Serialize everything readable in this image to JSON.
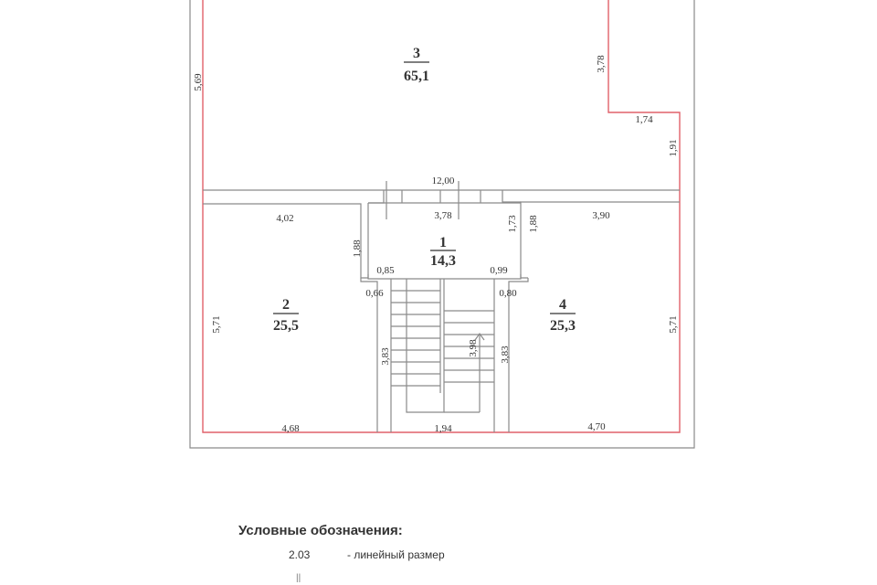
{
  "rooms": [
    {
      "number": "1",
      "area": "14,3"
    },
    {
      "number": "2",
      "area": "25,5"
    },
    {
      "number": "3",
      "area": "65,1"
    },
    {
      "number": "4",
      "area": "25,3"
    }
  ],
  "dimensions": {
    "d569": "5,69",
    "d378top": "3,78",
    "d174": "1,74",
    "d191": "1,91",
    "d1200": "12,00",
    "d402": "4,02",
    "d378": "3,78",
    "d173": "1,73",
    "d188r": "1,88",
    "d390": "3,90",
    "d188l": "1,88",
    "d085": "0,85",
    "d099": "0,99",
    "d066": "0,66",
    "d080": "0,80",
    "d571l": "5,71",
    "d571r": "5,71",
    "d383l": "3,83",
    "d398": "3,98",
    "d383r": "3,83",
    "d468": "4,68",
    "d194": "1,94",
    "d470": "4,70"
  },
  "legend": {
    "title": "Условные обозначения:",
    "sample": "2.03",
    "sample_desc": "- линейный размер",
    "symbol2": "||"
  },
  "colors": {
    "outline": "#e0606a",
    "walls": "#8a8a8a"
  }
}
